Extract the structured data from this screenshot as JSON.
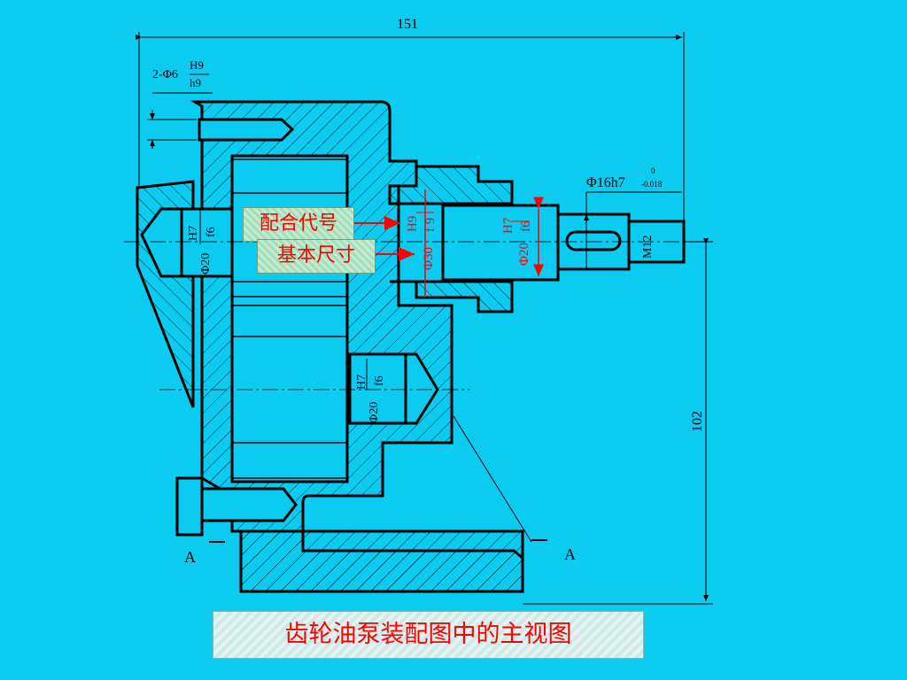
{
  "dimensions": {
    "overall_width": "151",
    "height": "102",
    "pin_fit_prefix": "2-Φ6",
    "pin_fit_upper": "H9",
    "pin_fit_lower": "h9",
    "shaft_dia": "Φ16h7",
    "shaft_tol_upper": "0",
    "shaft_tol_lower": "-0.018",
    "thread": "M12",
    "left_fit_upper": "H7",
    "left_fit_lower": "f6",
    "left_dia": "Φ20",
    "lower_fit_upper": "H7",
    "lower_fit_lower": "f6",
    "lower_dia": "Φ20",
    "bushing_fit_upper": "H9",
    "bushing_fit_lower": "f 9",
    "bushing_dia": "Φ30",
    "shaft_fit_upper": "H7",
    "shaft_fit_lower": "f6",
    "shaft_fit_dia": "Φ20"
  },
  "section_marks": {
    "left": "A",
    "right": "A"
  },
  "callouts": {
    "fit_code": "配合代号",
    "basic_size": "基本尺寸"
  },
  "caption": "齿轮油泵装配图中的主视图",
  "colors": {
    "background": "#0bcbf1",
    "annotation": "#ff0000",
    "outline": "#000000"
  }
}
